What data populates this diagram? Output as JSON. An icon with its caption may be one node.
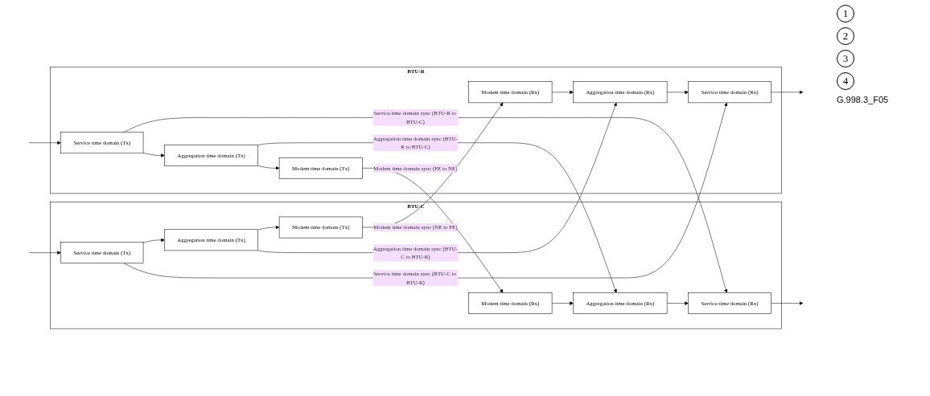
{
  "diagram": {
    "nodes": [
      {
        "text": [
          "BTU-C"
        ]
      },
      {
        "text": [
          "Service time domain (Tx)"
        ],
        "in": 0
      },
      {
        "text": [
          "Aggregation time domain (Tx)"
        ],
        "in": 0
      },
      {
        "text": [
          "Modem time domain (Tx)"
        ],
        "in": 0
      },
      {
        "text": [
          "Service time domain (Rx)"
        ],
        "in": 0
      },
      {
        "text": [
          "Aggregation time domain (Rx)"
        ],
        "in": 0
      },
      {
        "text": [
          "Modem time domain (Rx)"
        ],
        "in": 0
      },
      {
        "text": [
          "BTU-R"
        ]
      },
      {
        "text": [
          "Modem time domain (Rx)"
        ],
        "in": 7
      },
      {
        "text": [
          "Aggregation time domain (Rx)"
        ],
        "in": 7
      },
      {
        "text": [
          "Service time domain (Rx)"
        ],
        "in": 7
      },
      {
        "text": [
          "Modem time domain (Tx)"
        ],
        "in": 7
      },
      {
        "text": [
          "Aggregation time domain (Tx)"
        ],
        "in": 7
      },
      {
        "text": [
          "Service time domain (Tx)"
        ],
        "in": 7
      }
    ],
    "edges": [
      {
        "from": null,
        "to": 1,
        "arrow": "to"
      },
      {
        "from": 1,
        "to": 2,
        "arrow": "to"
      },
      {
        "from": 2,
        "to": 3,
        "arrow": "to"
      },
      {
        "from": 3,
        "to": 8,
        "arrow": "to",
        "label": "Modem time domain sync (NE to FE)"
      },
      {
        "from": 8,
        "to": 9,
        "arrow": "to"
      },
      {
        "from": 9,
        "to": 10,
        "arrow": "to"
      },
      {
        "from": 10,
        "to": null,
        "arrow": "to"
      },
      {
        "from": null,
        "to": 13,
        "arrow": "to"
      },
      {
        "from": 13,
        "to": 12,
        "arrow": "to"
      },
      {
        "from": 12,
        "to": 11,
        "arrow": "to"
      },
      {
        "from": 11,
        "to": 6,
        "arrow": "to",
        "label": "Modem time domain sync (FE to NE)"
      },
      {
        "from": 6,
        "to": 5,
        "arrow": "to"
      },
      {
        "from": 5,
        "to": 4,
        "arrow": "to"
      },
      {
        "from": 4,
        "to": null,
        "arrow": "to"
      },
      {
        "from": 1,
        "to": 10,
        "arrow": "to",
        "label": "Service time domain sync (BTU-C to BTU-R)"
      },
      {
        "from": 2,
        "to": 9,
        "arrow": "to",
        "label": "Aggregation time domain sync (BTU-C to BTU-R)"
      },
      {
        "from": 12,
        "to": 5,
        "arrow": "to",
        "label": "Aggregation time domain sync (BTU-R to BTU-C)"
      },
      {
        "from": 13,
        "to": 4,
        "arrow": "to",
        "label": "Service time domain sync (BTU-R to BTU-C)"
      }
    ],
    "labels": [
      "1",
      "2",
      "3",
      "4",
      "G.998.3_F05"
    ]
  }
}
